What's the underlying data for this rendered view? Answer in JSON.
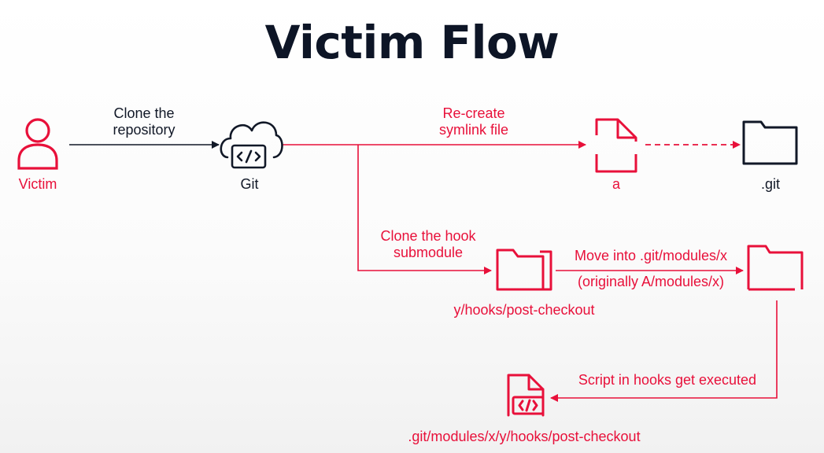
{
  "title": "Victim Flow",
  "nodes": {
    "victim": "Victim",
    "git": "Git",
    "file_a": "a",
    "dot_git": ".git",
    "hook_submodule": "y/hooks/post-checkout",
    "executed_script": ".git/modules/x/y/hooks/post-checkout"
  },
  "edges": {
    "clone_repo": [
      "Clone the",
      "repository"
    ],
    "recreate_symlink": [
      "Re-create",
      "symlink file"
    ],
    "clone_hook": [
      "Clone the hook",
      "submodule"
    ],
    "move_into": "Move into .git/modules/x",
    "move_note": "(originally A/modules/x)",
    "executed": "Script in hooks get executed"
  },
  "colors": {
    "accent": "#e8103a",
    "dark": "#111827"
  },
  "icons": {
    "victim": "user-icon",
    "git": "cloud-code-icon",
    "file_a": "file-icon",
    "dot_git": "folder-icon",
    "hook_submodule": "folder-open-icon",
    "module_folder": "folder-icon",
    "executed_script": "code-file-icon"
  }
}
